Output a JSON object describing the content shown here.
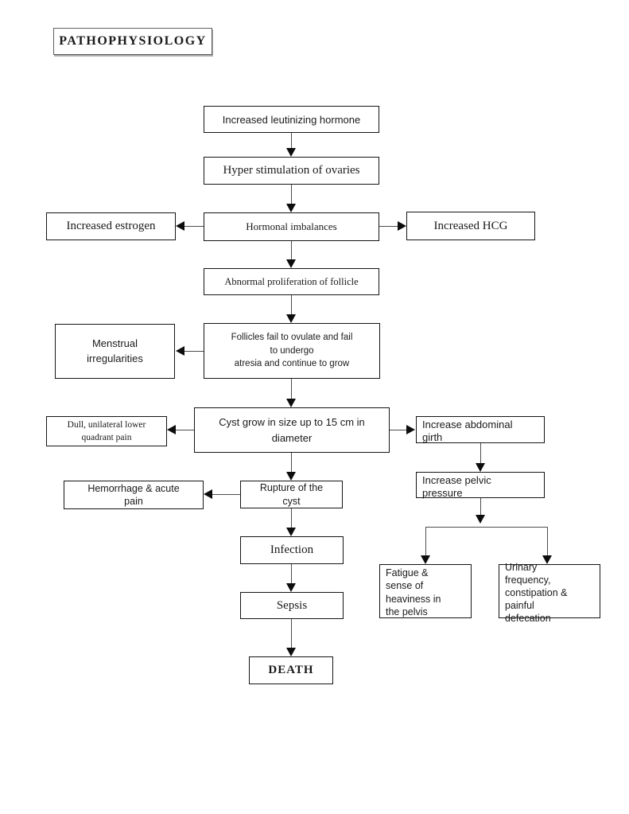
{
  "diagram_type": "flowchart",
  "title": {
    "label": "PATHOPHYSIOLOGY"
  },
  "nodes": {
    "increased_lh": {
      "label": "Increased leutinizing hormone"
    },
    "hyper_stimulation": {
      "label": "Hyper stimulation of ovaries"
    },
    "hormonal_imbalances": {
      "label": "Hormonal imbalances"
    },
    "increased_estrogen": {
      "label": "Increased estrogen"
    },
    "increased_hcg": {
      "label": "Increased HCG"
    },
    "abnormal_proliferation": {
      "label": "Abnormal proliferation of follicle"
    },
    "follicles_fail": {
      "label": "Follicles fail to ovulate and fail\nto undergo\natresia and continue to grow"
    },
    "menstrual_irregularities": {
      "label": "Menstrual\nirregularities"
    },
    "cyst_grow": {
      "label": "Cyst grow in size up to 15 cm in\ndiameter"
    },
    "dull_pain": {
      "label": "Dull, unilateral lower\nquadrant pain"
    },
    "abdominal_girth": {
      "label": "Increase abdominal\ngirth"
    },
    "pelvic_pressure": {
      "label": "Increase pelvic\npressure"
    },
    "rupture_cyst": {
      "label": "Rupture of the\ncyst"
    },
    "hemorrhage": {
      "label": "Hemorrhage & acute\npain"
    },
    "infection": {
      "label": "Infection"
    },
    "sepsis": {
      "label": "Sepsis"
    },
    "death": {
      "label": "DEATH"
    },
    "fatigue": {
      "label": "Fatigue &\nsense of\nheaviness in\nthe pelvis"
    },
    "urinary": {
      "label": "Urinary\nfrequency,\nconstipation &\npainful\ndefecation"
    }
  },
  "colors": {
    "background": "#ffffff",
    "box_border": "#141414",
    "connector_line": "#4d4d4d",
    "arrowhead": "#0d0d0d"
  }
}
